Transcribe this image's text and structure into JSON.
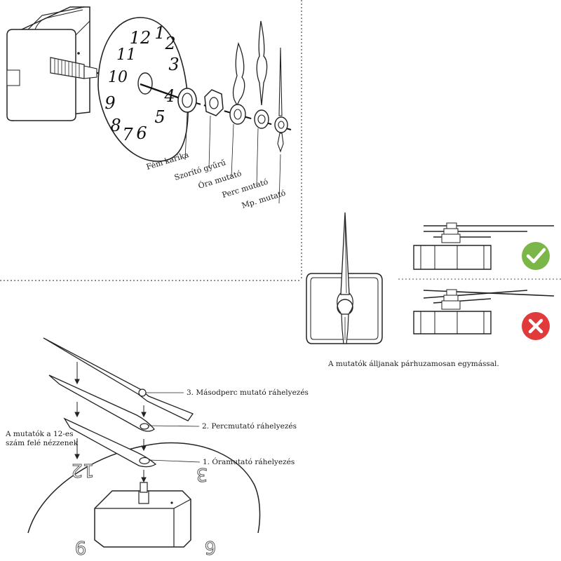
{
  "exploded_view": {
    "dial_numbers": [
      "12",
      "1",
      "2",
      "3",
      "4",
      "5",
      "6",
      "7",
      "8",
      "9",
      "10",
      "11"
    ],
    "labels": {
      "metal_washer": "Fém karika",
      "clamp_ring": "Szorító gyűrű",
      "hour_hand": "Óra mutató",
      "minute_hand": "Perc mutató",
      "second_hand": "Mp. mutató"
    }
  },
  "parallel_check": {
    "caption": "A mutatók álljanak párhuzamosan egymással.",
    "correct_icon": "check-icon",
    "wrong_icon": "cross-icon",
    "correct_color": "#7ab648",
    "wrong_color": "#e03a3a"
  },
  "assembly_steps": {
    "step3": "3. Másodperc mutató ráhelyezés",
    "step2": "2. Percmutató ráhelyezés",
    "step1": "1. Óramutató ráhelyezés",
    "note_line1": "A mutatók a 12-es",
    "note_line2": "szám felé nézzenek",
    "dial_numbers": [
      "12",
      "3",
      "9",
      "6"
    ]
  }
}
